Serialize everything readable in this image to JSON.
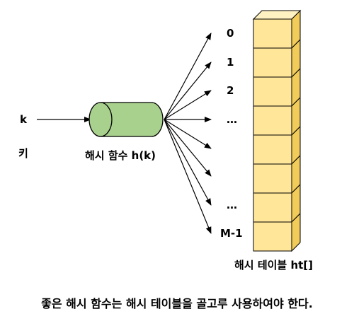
{
  "input": {
    "symbol": "k",
    "label": "키"
  },
  "hash_function": {
    "label": "해시 함수 h(k)",
    "fill": "#a9d18e",
    "stroke": "#000000"
  },
  "table": {
    "label": "해시 테이블 ht[]",
    "fill": "#ffe699",
    "side_fill": "#f2cc5a",
    "top_fill": "#fff2c2",
    "slots": [
      "0",
      "1",
      "2",
      "…",
      "",
      "",
      "…",
      "M-1"
    ]
  },
  "caption": "좋은 해시 함수는 해시 테이블을 골고루 사용하여야 한다."
}
